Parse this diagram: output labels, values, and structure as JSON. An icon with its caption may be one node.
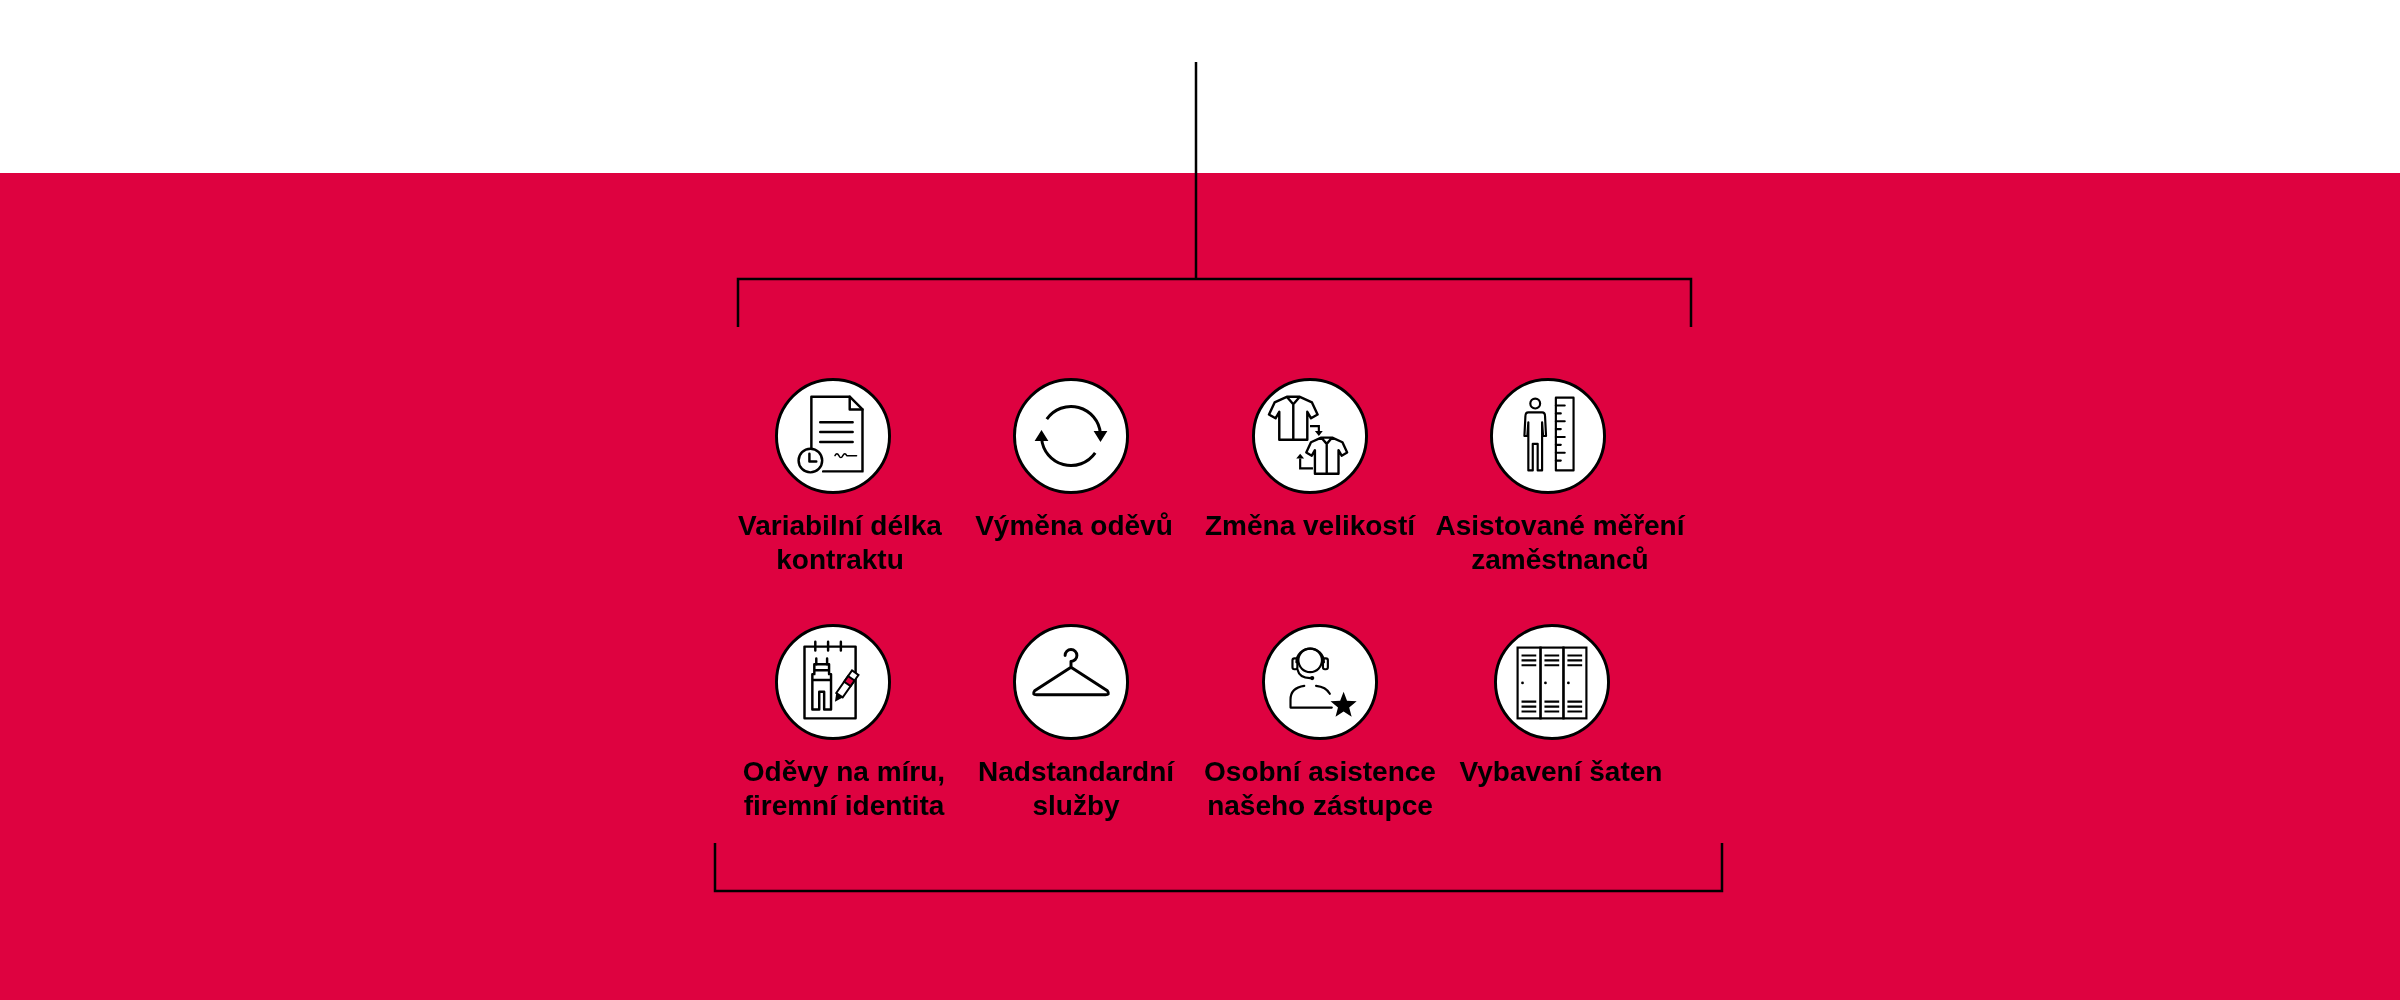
{
  "diagram": {
    "nodes": [
      {
        "text": [
          "Variabilní délka kontraktu"
        ]
      },
      {
        "text": [
          "Výměna oděvů"
        ]
      },
      {
        "text": [
          "Změna velikostí"
        ]
      },
      {
        "text": [
          "Asistované měření zaměstnanců"
        ]
      },
      {
        "text": [
          "Oděvy na míru, firemní identita"
        ]
      },
      {
        "text": [
          "Nadstandardní služby"
        ]
      },
      {
        "text": [
          "Osobní asistence našeho zástupce"
        ]
      },
      {
        "text": [
          "Vybavení šaten"
        ]
      }
    ]
  }
}
